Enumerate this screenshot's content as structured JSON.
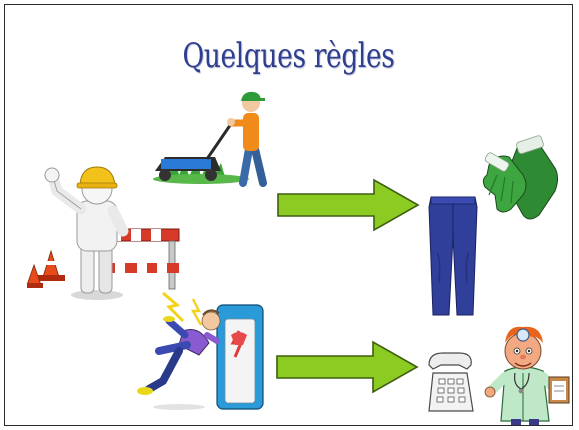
{
  "slide": {
    "title": "Quelques règles"
  },
  "illustrations": [
    {
      "id": "worker",
      "icon": "construction-worker-icon"
    },
    {
      "id": "mower",
      "icon": "lawn-mower-icon"
    },
    {
      "id": "injury",
      "icon": "electric-shock-icon"
    },
    {
      "id": "gloves",
      "icon": "gloves-icon"
    },
    {
      "id": "trousers",
      "icon": "work-trousers-icon"
    },
    {
      "id": "phone",
      "icon": "telephone-icon"
    },
    {
      "id": "doctor",
      "icon": "doctor-icon"
    }
  ],
  "arrows": [
    {
      "id": "top",
      "icon": "right-arrow-icon",
      "color": "#8ccc22",
      "outline": "#3f5f0f"
    },
    {
      "id": "bottom",
      "icon": "right-arrow-icon",
      "color": "#8ccc22",
      "outline": "#3f5f0f"
    }
  ],
  "colors": {
    "title": "#2f3f8f",
    "frame": "#2b2b2b",
    "arrow_fill": "#8ccc22",
    "glove_green": "#3e9a3a",
    "trouser_blue": "#2f3f9a"
  }
}
